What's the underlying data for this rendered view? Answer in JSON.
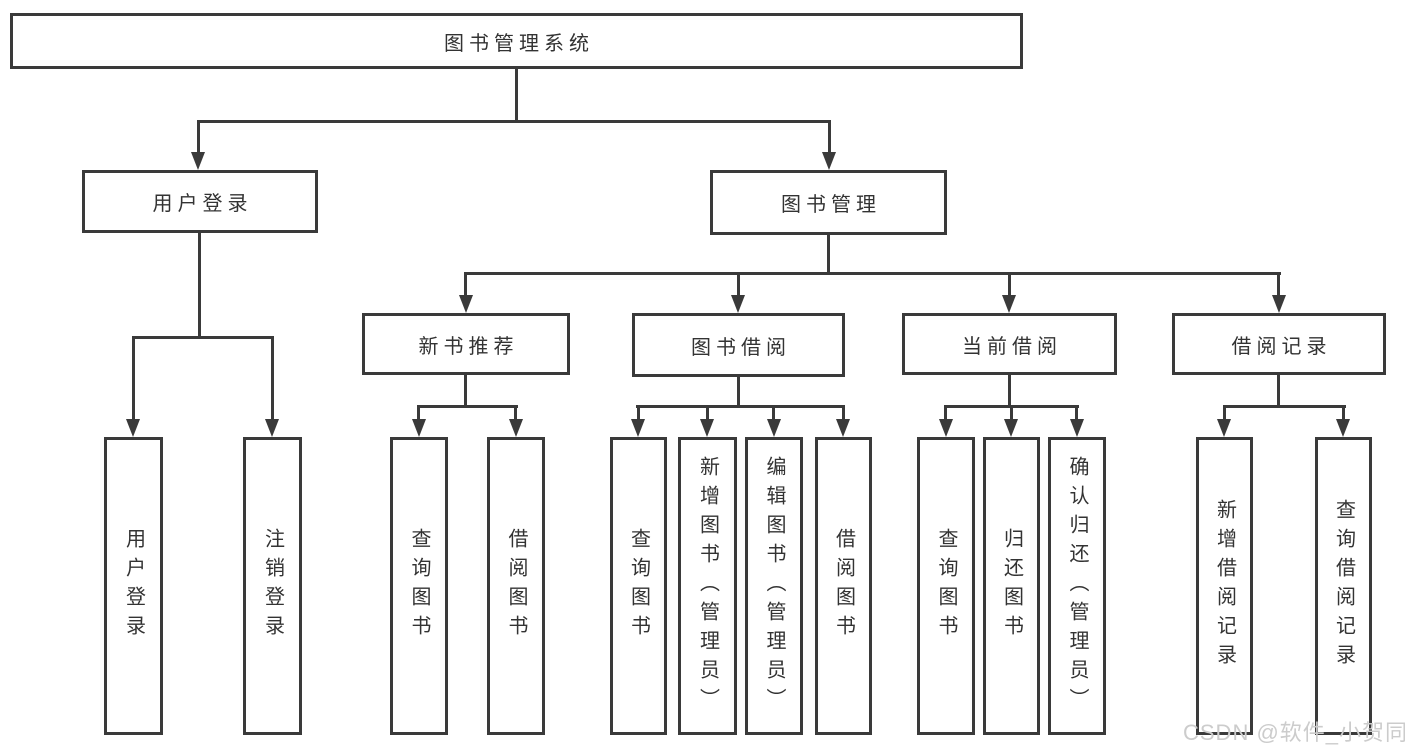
{
  "diagram": {
    "title": "图书管理系统",
    "tree": {
      "label": "图书管理系统",
      "children": [
        {
          "label": "用户登录",
          "children": [
            {
              "label": "用户登录"
            },
            {
              "label": "注销登录"
            }
          ]
        },
        {
          "label": "图书管理",
          "children": [
            {
              "label": "新书推荐",
              "children": [
                {
                  "label": "查询图书"
                },
                {
                  "label": "借阅图书"
                }
              ]
            },
            {
              "label": "图书借阅",
              "children": [
                {
                  "label": "查询图书"
                },
                {
                  "label": "新增图书（管理员）"
                },
                {
                  "label": "编辑图书（管理员）"
                },
                {
                  "label": "借阅图书"
                }
              ]
            },
            {
              "label": "当前借阅",
              "children": [
                {
                  "label": "查询图书"
                },
                {
                  "label": "归还图书"
                },
                {
                  "label": "确认归还（管理员）"
                }
              ]
            },
            {
              "label": "借阅记录",
              "children": [
                {
                  "label": "新增借阅记录"
                },
                {
                  "label": "查询借阅记录"
                }
              ]
            }
          ]
        }
      ]
    },
    "colors": {
      "line": "#3a3a3a",
      "text": "#333333",
      "background": "#ffffff",
      "watermark": "#cccccc"
    },
    "watermark": "CSDN @软件_小贺同学"
  }
}
